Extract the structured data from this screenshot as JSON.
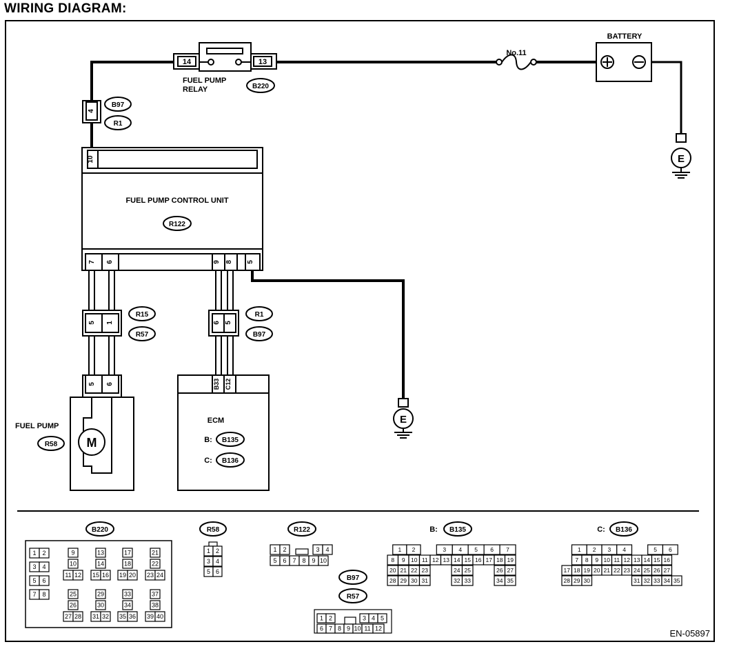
{
  "page": {
    "heading": "WIRING DIAGRAM:",
    "code": "EN-05897"
  },
  "components": {
    "fuel_pump_relay": {
      "label_line1": "FUEL PUMP",
      "label_line2": "RELAY",
      "pin_left": "14",
      "pin_right": "13",
      "connector": "B220"
    },
    "fuse": {
      "label": "No.11"
    },
    "battery": {
      "label": "BATTERY",
      "plus": "+",
      "minus": "−"
    },
    "ground": {
      "label": "E"
    },
    "fpcu": {
      "label": "FUEL PUMP CONTROL UNIT",
      "connector": "R122",
      "pin_top": "10",
      "pins_bottom": [
        "7",
        "6",
        "9",
        "8",
        "5"
      ]
    },
    "fuel_pump": {
      "label": "FUEL PUMP",
      "connector": "R58",
      "motor": "M",
      "pins": [
        "5",
        "6"
      ]
    },
    "ecm": {
      "label": "ECM",
      "b_prefix": "B:",
      "b_connector": "B135",
      "c_prefix": "C:",
      "c_connector": "B136",
      "pins": [
        "B33",
        "C12"
      ]
    },
    "joint_top": {
      "pin": "4",
      "connectors": [
        "B97",
        "R1"
      ]
    },
    "joint_left": {
      "pins": [
        "5",
        "1"
      ],
      "connectors": [
        "R15",
        "R57"
      ]
    },
    "joint_mid": {
      "pins": [
        "6",
        "5"
      ],
      "connectors": [
        "R1",
        "B97"
      ]
    }
  },
  "connector_views": {
    "b220": {
      "tag": "B220",
      "cells": [
        "1",
        "2",
        "3",
        "4",
        "5",
        "6",
        "7",
        "8",
        "9",
        "10",
        "11",
        "12",
        "13",
        "14",
        "15",
        "16",
        "17",
        "18",
        "19",
        "20",
        "21",
        "22",
        "23",
        "24",
        "25",
        "26",
        "27",
        "28",
        "29",
        "30",
        "31",
        "32",
        "33",
        "34",
        "35",
        "36",
        "37",
        "38",
        "39",
        "40"
      ]
    },
    "r58": {
      "tag": "R58",
      "cells": [
        "1",
        "2",
        "3",
        "4",
        "5",
        "6"
      ]
    },
    "r122": {
      "tag": "R122",
      "cells": [
        "1",
        "2",
        "3",
        "4",
        "5",
        "6",
        "7",
        "8",
        "9",
        "10"
      ]
    },
    "b97_r57": {
      "tags": [
        "B97",
        "R57"
      ],
      "cells": [
        "1",
        "2",
        "3",
        "4",
        "5",
        "6",
        "7",
        "8",
        "9",
        "10",
        "11",
        "12"
      ]
    },
    "b135": {
      "prefix": "B:",
      "tag": "B135",
      "cells": [
        "1",
        "2",
        "3",
        "4",
        "5",
        "6",
        "7",
        "8",
        "9",
        "10",
        "11",
        "12",
        "13",
        "14",
        "15",
        "16",
        "17",
        "18",
        "19",
        "20",
        "21",
        "22",
        "23",
        "24",
        "25",
        "26",
        "27",
        "28",
        "29",
        "30",
        "31",
        "32",
        "33",
        "34",
        "35"
      ]
    },
    "b136": {
      "prefix": "C:",
      "tag": "B136",
      "cells": [
        "1",
        "2",
        "3",
        "4",
        "5",
        "6",
        "7",
        "8",
        "9",
        "10",
        "11",
        "12",
        "13",
        "14",
        "15",
        "16",
        "17",
        "18",
        "19",
        "20",
        "21",
        "22",
        "23",
        "24",
        "25",
        "26",
        "27",
        "28",
        "29",
        "30",
        "31",
        "32",
        "33",
        "34",
        "35"
      ]
    }
  },
  "colors": {
    "line": "#000000",
    "background": "#ffffff"
  }
}
